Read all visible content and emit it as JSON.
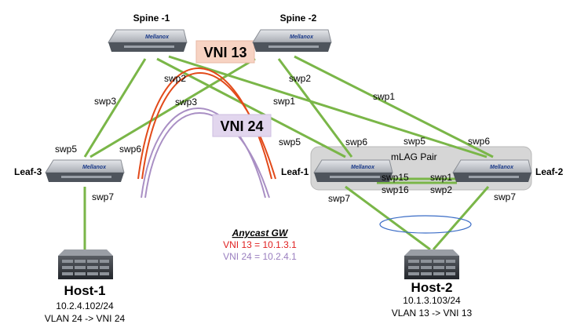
{
  "nodes": {
    "spine1": {
      "name": "Spine -1",
      "brand": "Mellanox"
    },
    "spine2": {
      "name": "Spine -2",
      "brand": "Mellanox"
    },
    "leaf1": {
      "name": "Leaf-1",
      "brand": "Mellanox"
    },
    "leaf2": {
      "name": "Leaf-2",
      "brand": "Mellanox"
    },
    "leaf3": {
      "name": "Leaf-3",
      "brand": "Mellanox"
    }
  },
  "hosts": {
    "host1": {
      "name": "Host-1",
      "ip": "10.2.4.102/24",
      "vlan": "VLAN 24 -> VNI 24"
    },
    "host2": {
      "name": "Host-2",
      "ip": "10.1.3.103/24",
      "vlan": "VLAN 13 -> VNI 13"
    }
  },
  "mlag": {
    "label": "mLAG Pair"
  },
  "vni": {
    "vni13": {
      "label": "VNI 13",
      "color": "#e24a1a",
      "box_fill": "#f7d3c3"
    },
    "vni24": {
      "label": "VNI 24",
      "color": "#a98fc4",
      "box_fill": "#e2d6ee"
    }
  },
  "anycast": {
    "title": "Anycast GW",
    "line1": "VNI 13 = 10.1.3.1",
    "line2": "VNI 24 = 10.2.4.1",
    "line1_color": "#e02020",
    "line2_color": "#9a7fbf"
  },
  "ports": {
    "spine1_swp2": "swp2",
    "spine1_swp3": "swp3",
    "spine1_swp1": "swp1",
    "spine2_swp2": "swp2",
    "spine2_swp1": "swp1",
    "spine2_swp3": "swp3",
    "leaf3_swp5": "swp5",
    "leaf3_swp6": "swp6",
    "leaf3_swp7": "swp7",
    "leaf1_swp5": "swp5",
    "leaf1_swp6": "swp6",
    "leaf1_swp7": "swp7",
    "leaf1_swp15": "swp15",
    "leaf1_swp16": "swp16",
    "leaf2_swp5": "swp5",
    "leaf2_swp6": "swp6",
    "leaf2_swp7": "swp7",
    "leaf2_swp1": "swp1",
    "leaf2_swp2": "swp2"
  },
  "colors": {
    "link": "#7ab648",
    "switch_top": "#c9ccd2",
    "switch_front": "#4e545c",
    "host_body": "#3c3f44"
  }
}
